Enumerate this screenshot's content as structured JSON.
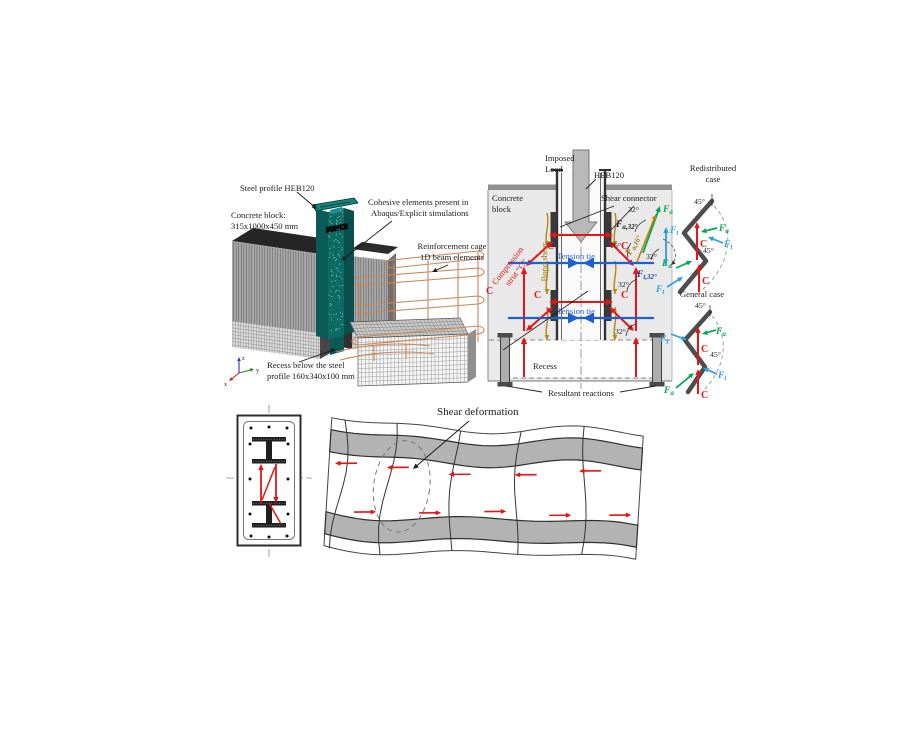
{
  "palette": {
    "red": "#e31515",
    "blue": "#1f5fd0",
    "light_blue": "#2a9fe0",
    "green": "#00a651",
    "olive": "#b8860b",
    "teal": "#0d6b66",
    "concrete": "#e9e9e9",
    "gray_band": "#b3b3b3"
  },
  "model3d": {
    "steel_profile_label": "Steel profile HEB120",
    "concrete_block_label_1": "Concrete block:",
    "concrete_block_label_2": "315x1000x450 mm",
    "cohesive_label_1": "Cohesive elements present in",
    "cohesive_label_2": "Abaqus/Explicit simulations",
    "cage_label_1": "Reinforcement cage",
    "cage_label_2": "1D beam elements",
    "recess_label_1": "Recess below the steel",
    "recess_label_2": "profile 160x340x100 mm",
    "axis_x": "x",
    "axis_y": "y",
    "axis_z": "z"
  },
  "strut": {
    "imposed_1": "Imposed",
    "imposed_2": "Load",
    "heb": "HEB120",
    "concrete_1": "Concrete",
    "concrete_2": "block",
    "shear_connector": "Shear connector",
    "bond_shear": "Bond shear",
    "compression_1": "Compression",
    "compression_2": "strut “C”",
    "tension_tie": "Tension tie",
    "recess": "Recess",
    "resultant": "Resultant reactions",
    "angle_32": "32°",
    "angle_16": "16°",
    "angle_45": "45°",
    "F": "F",
    "sub_a": "a",
    "sub_t": "t",
    "sub_a32": "a,32°",
    "sub_a16": "a,16°",
    "sub_t32": "t,32°",
    "C": "C"
  },
  "cases": {
    "redistributed_1": "Redistributed",
    "redistributed_2": "case",
    "general": "General case"
  },
  "beam": {
    "shear_deformation": "Shear deformation"
  }
}
